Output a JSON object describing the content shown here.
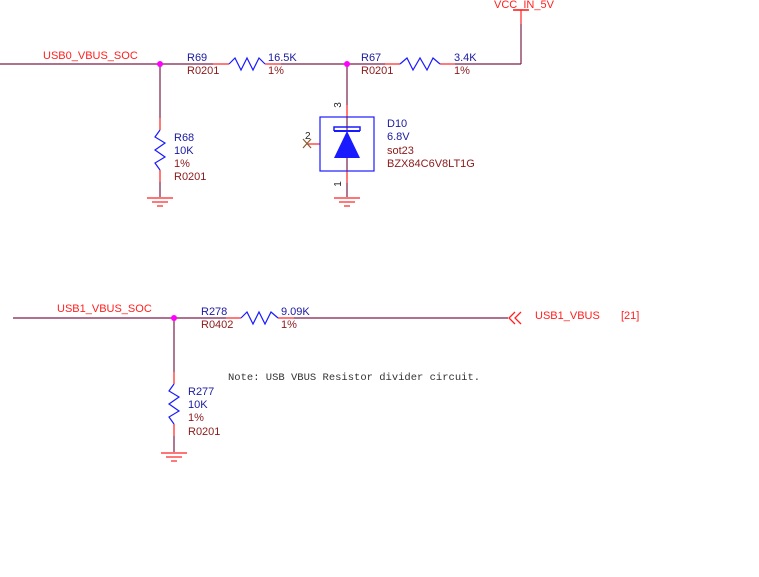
{
  "schematic": {
    "power": {
      "vcc_label": "VCC_IN_5V"
    },
    "usb0": {
      "net_label": "USB0_VBUS_SOC",
      "r69": {
        "ref": "R69",
        "package": "R0201",
        "value": "16.5K",
        "tolerance": "1%"
      },
      "r67": {
        "ref": "R67",
        "package": "R0201",
        "value": "3.4K",
        "tolerance": "1%"
      },
      "r68": {
        "ref": "R68",
        "value": "10K",
        "tolerance": "1%",
        "package": "R0201"
      },
      "d10": {
        "ref": "D10",
        "voltage": "6.8V",
        "package": "sot23",
        "part": "BZX84C6V8LT1G",
        "pin_top": "3",
        "pin_left": "2",
        "pin_bottom": "1"
      }
    },
    "usb1": {
      "net_label": "USB1_VBUS_SOC",
      "r278": {
        "ref": "R278",
        "package": "R0402",
        "value": "9.09K",
        "tolerance": "1%"
      },
      "r277": {
        "ref": "R277",
        "value": "10K",
        "tolerance": "1%",
        "package": "R0201"
      },
      "port_label": "USB1_VBUS",
      "port_ref": "[21]"
    },
    "note": "Note: USB VBUS Resistor divider circuit."
  },
  "colors": {
    "wire": "#7a1f4a",
    "pin": "#ff2020",
    "symbol": "#1a1aff",
    "junction": "#ff00ff",
    "net": "#ff2020"
  }
}
